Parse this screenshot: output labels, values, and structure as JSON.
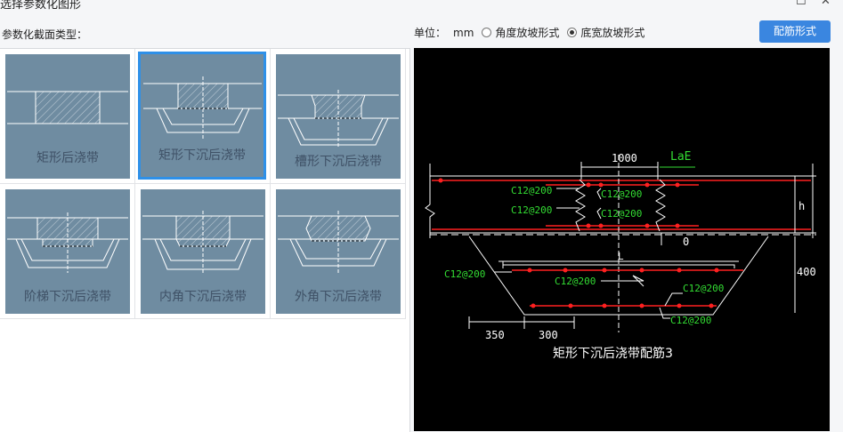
{
  "window": {
    "title": "选择参数化图形"
  },
  "section_label": "参数化截面类型：",
  "tiles": [
    {
      "label": "矩形后浇带"
    },
    {
      "label": "矩形下沉后浇带"
    },
    {
      "label": "槽形下沉后浇带"
    },
    {
      "label": "阶梯下沉后浇带"
    },
    {
      "label": "内角下沉后浇带"
    },
    {
      "label": "外角下沉后浇带"
    }
  ],
  "unit": {
    "label": "单位：",
    "value": "mm"
  },
  "slope": {
    "option_angle": "角度放坡形式",
    "option_width": "底宽放坡形式",
    "selected": "底宽放坡形式"
  },
  "rebar_button": "配筋形式",
  "preview": {
    "caption": "矩形下沉后浇带配筋3",
    "dims": {
      "width_top": "1000",
      "lae": "LaE",
      "h": "h",
      "zero": "0",
      "l": "L",
      "depth": "400",
      "d350": "350",
      "d300": "300"
    },
    "rebar_labels": [
      "C12@200",
      "C12@200",
      "C12@200",
      "C12@200",
      "C12@200",
      "C12@200",
      "C12@200",
      "C12@200"
    ]
  },
  "colors": {
    "accent": "#3a86e0",
    "tile_bg": "#6f8ca1",
    "selected_border": "#2e90e8",
    "rebar": "#ff2020",
    "label_green": "#33dd33"
  }
}
